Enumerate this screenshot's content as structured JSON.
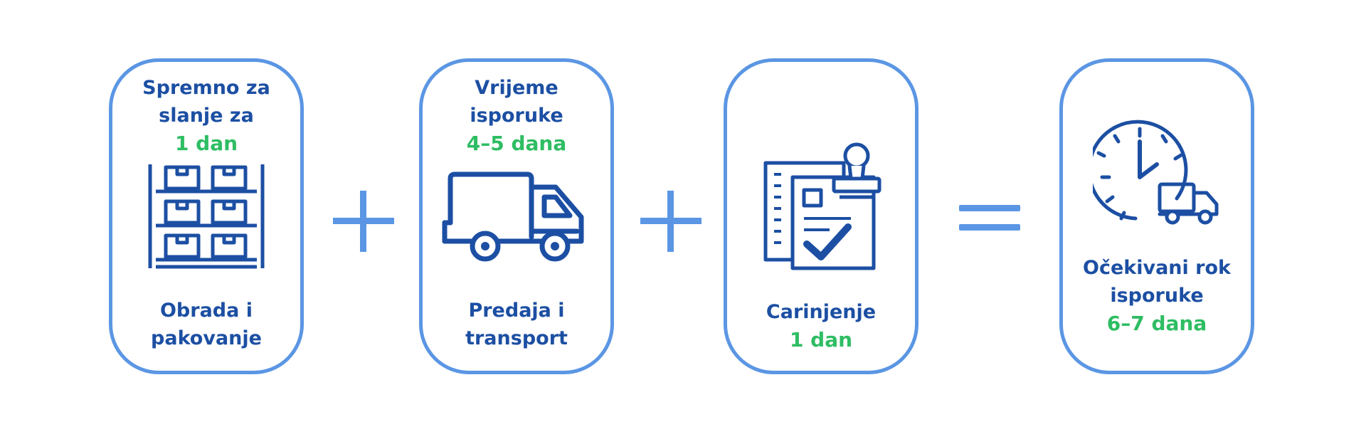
{
  "cards": [
    {
      "top_lines": [
        "Spremno za",
        "slanje za"
      ],
      "top_highlight": "1 dan",
      "bottom_lines": [
        "Obrada i",
        "pakovanje"
      ],
      "icon": "warehouse-shelf-icon"
    },
    {
      "top_lines": [
        "Vrijeme",
        "isporuke"
      ],
      "top_highlight": "4–5 dana",
      "bottom_lines": [
        "Predaja i",
        "transport"
      ],
      "icon": "truck-icon"
    },
    {
      "bottom_lines": [
        "Carinjenje"
      ],
      "bottom_highlight": "1 dan",
      "icon": "customs-stamp-document-icon"
    },
    {
      "bottom_lines": [
        "Očekivani rok",
        "isporuke"
      ],
      "bottom_highlight": "6–7 dana",
      "icon": "clock-delivery-truck-icon"
    }
  ],
  "operators": [
    "plus-icon",
    "plus-icon",
    "equals-icon"
  ],
  "colors": {
    "border": "#5b96e4",
    "text": "#1c4fa3",
    "highlight": "#2ebd63",
    "operator": "#5b96e4"
  }
}
